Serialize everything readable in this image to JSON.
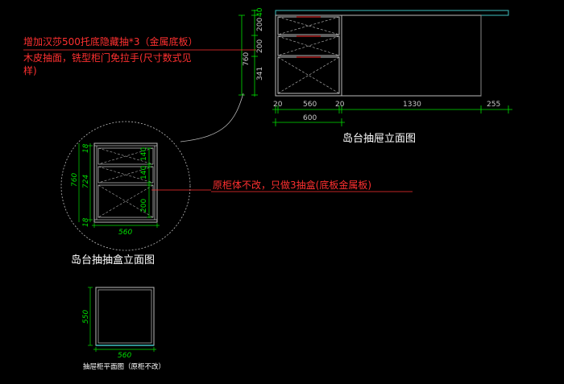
{
  "notes": {
    "top_line1": "增加汉莎500托底隐藏抽*3（金属底板）",
    "top_line2": "木皮抽面，铣型柜门免拉手(尺寸数式见",
    "top_line3": "样)",
    "middle": "原柜体不改，只做3抽盒(底板金属板)"
  },
  "titles": {
    "elevation": "岛台抽屉立面图",
    "drawer_box": "岛台抽抽盒立面图",
    "plan": "抽屉柜平面图（原柜不改）"
  },
  "elevation_dims": {
    "vertical_left": [
      "40",
      "200",
      "200",
      "760",
      "341"
    ],
    "horizontal_top": [
      "20",
      "560",
      "20",
      "1330",
      "255"
    ],
    "horizontal_total": "600"
  },
  "drawer_box_dims": {
    "left": [
      "18",
      "760",
      "724",
      "18"
    ],
    "right": [
      "140",
      "140",
      "200"
    ],
    "bottom": "560"
  },
  "plan_dims": {
    "left": "550",
    "bottom": "560"
  },
  "colors": {
    "background": "#000000",
    "note_red": "#ff3030",
    "dimension_green": "#00e000",
    "cyan_line": "#40c0c0"
  }
}
